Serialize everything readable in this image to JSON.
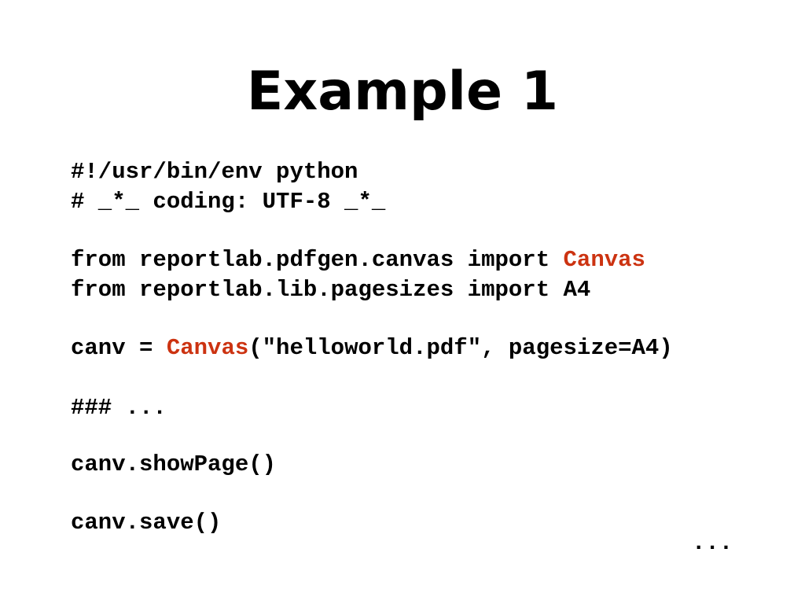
{
  "slide": {
    "title": "Example 1",
    "code": {
      "line1": "#!/usr/bin/env python",
      "line2": "# _*_ coding: UTF-8 _*_",
      "line3_pre": "from reportlab.pdfgen.canvas import ",
      "line3_hl": "Canvas",
      "line4": "from reportlab.lib.pagesizes import A4",
      "line5_pre": "canv = ",
      "line5_hl": "Canvas",
      "line5_post": "(\"helloworld.pdf\", pagesize=A4)",
      "line6": "### ...",
      "line7": "canv.showPage()",
      "line8": "canv.save()"
    },
    "continuation": "...",
    "colors": {
      "highlight": "#cc3311",
      "text": "#000000",
      "background": "#ffffff"
    }
  }
}
